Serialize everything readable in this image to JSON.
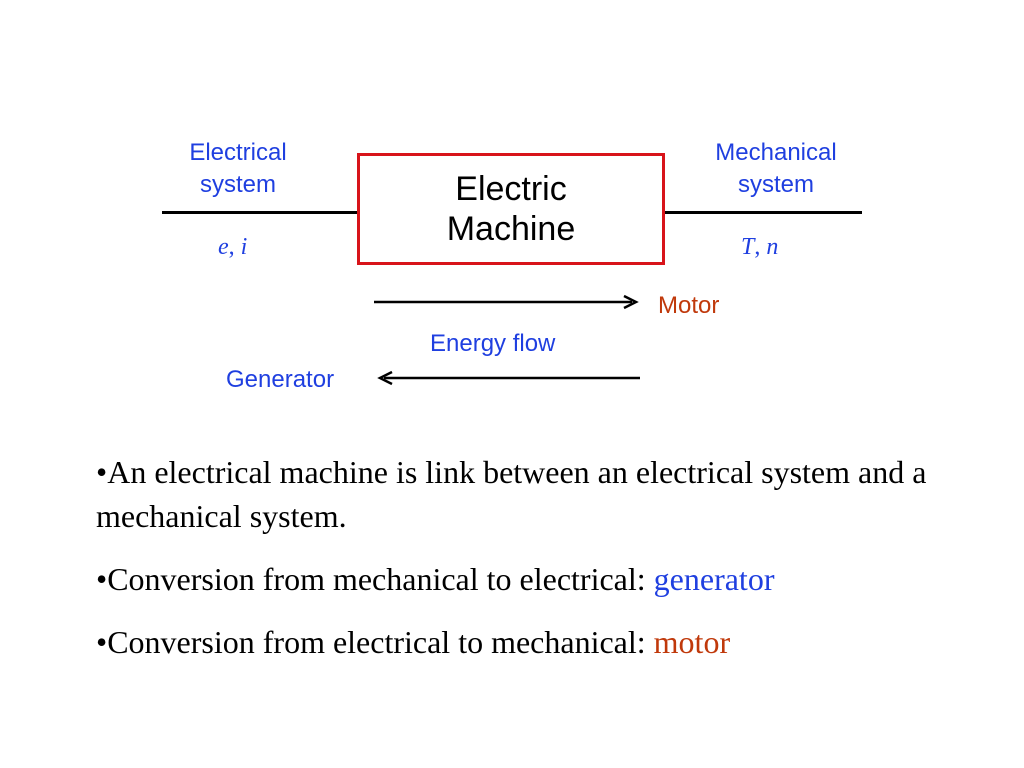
{
  "diagram": {
    "left_system": {
      "label_line1": "Electrical",
      "label_line2": "system",
      "var1": "e",
      "sep": ",",
      "var2": "i"
    },
    "right_system": {
      "label_line1": "Mechanical",
      "label_line2": "system",
      "var1": "T",
      "sep": ",",
      "var2": "n"
    },
    "machine": {
      "line1": "Electric",
      "line2": "Machine"
    },
    "flows": {
      "motor_label": "Motor",
      "energy_label": "Energy flow",
      "generator_label": "Generator"
    }
  },
  "bullets": [
    {
      "text": "•An electrical machine is link between an electrical system and a mechanical system.",
      "keyword": ""
    },
    {
      "text": "•Conversion from mechanical to electrical: ",
      "keyword": "generator"
    },
    {
      "text": "•Conversion from electrical to mechanical: ",
      "keyword": "motor"
    }
  ],
  "colors": {
    "label_blue": "#1f3fe0",
    "box_red": "#d8141a",
    "motor_orange": "#c0390b",
    "line_black": "#000000"
  }
}
